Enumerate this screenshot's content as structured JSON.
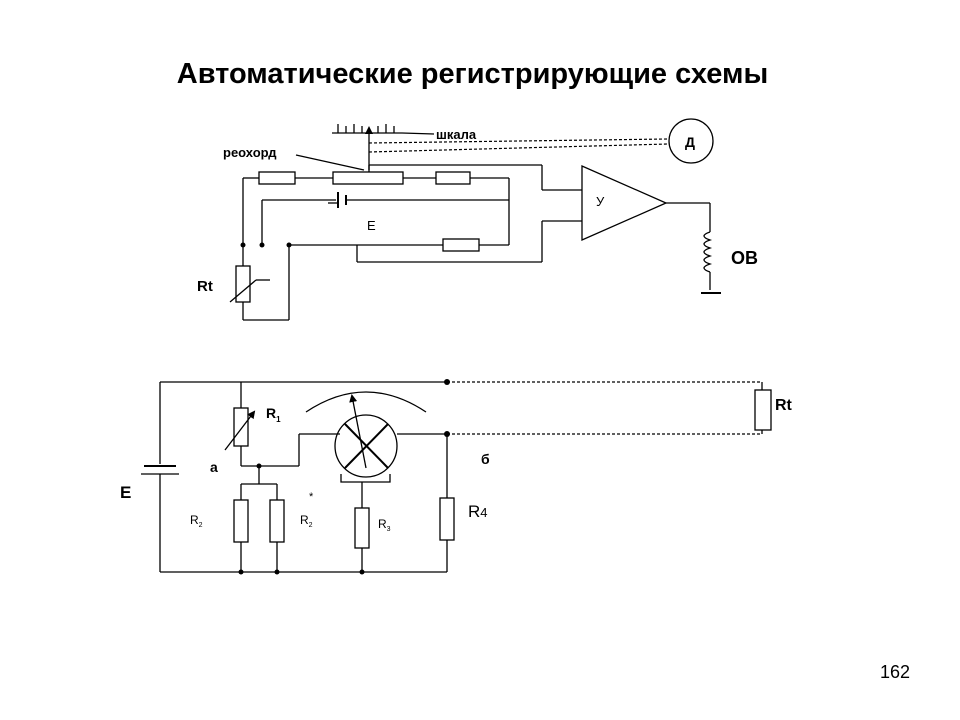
{
  "slide": {
    "title": "Автоматические регистрирующие схемы",
    "page_number": "162"
  },
  "top_diagram": {
    "scale_label": "шкала",
    "rheochord_label": "реохорд",
    "motor_label": "Д",
    "amplifier_label": "У",
    "battery_label": "Е",
    "thermistor_label": "Rt",
    "output_label": "ОВ"
  },
  "bottom_diagram": {
    "source_label": "Е",
    "node_a_label": "а",
    "node_b_label": "б",
    "r1_main": "R",
    "r1_sub": "1",
    "r2_main": "R",
    "r2_sub": "2",
    "r2_star_main": "R",
    "r2_star_sub": "2",
    "star_mark": "*",
    "r3_main": "R",
    "r3_sub": "3",
    "r4_main": "R",
    "r4_sub": "4",
    "rt_label": "Rt"
  }
}
